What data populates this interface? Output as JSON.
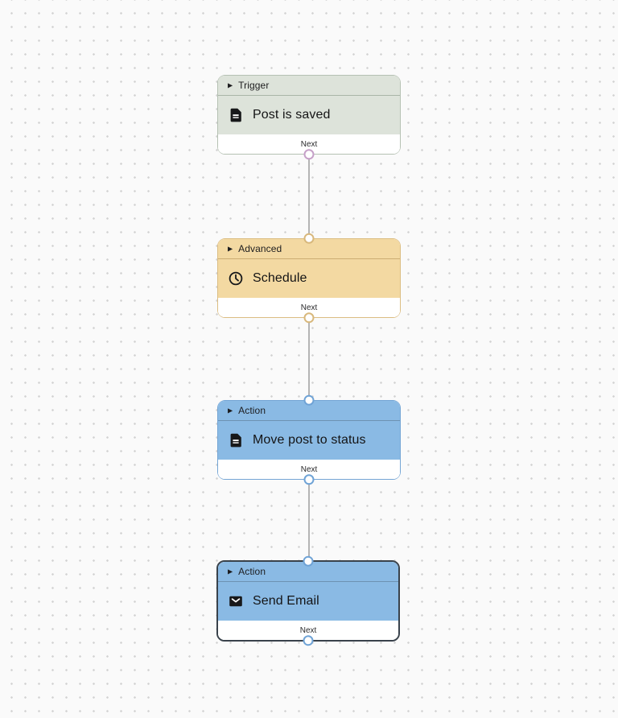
{
  "canvas": {
    "background_color": "#fafafa",
    "dot_color": "#d2d2d2",
    "connector_color": "#b4b4b4"
  },
  "nodes": [
    {
      "category": "Trigger",
      "label": "Post is saved",
      "icon": "document-icon",
      "footer_label": "Next",
      "colors": {
        "fill": "#dde3da",
        "border": "#b5c1b3",
        "divider": "#a9b5a7",
        "port": "#c6a0c8"
      },
      "has_input": false,
      "selected": false
    },
    {
      "category": "Advanced",
      "label": "Schedule",
      "icon": "clock-icon",
      "footer_label": "Next",
      "colors": {
        "fill": "#f3d9a2",
        "border": "#dcbd82",
        "divider": "#ccad74",
        "port": "#d8b87c"
      },
      "has_input": true,
      "selected": false
    },
    {
      "category": "Action",
      "label": "Move post to status",
      "icon": "document-icon",
      "footer_label": "Next",
      "colors": {
        "fill": "#8abae4",
        "border": "#74a5d5",
        "divider": "#6d92b2",
        "port": "#6fa3d6"
      },
      "has_input": true,
      "selected": false
    },
    {
      "category": "Action",
      "label": "Send Email",
      "icon": "envelope-icon",
      "footer_label": "Next",
      "colors": {
        "fill": "#8abae4",
        "border": "#39424b",
        "divider": "#6d92b2",
        "port": "#6fa3d6"
      },
      "has_input": true,
      "selected": true
    }
  ]
}
